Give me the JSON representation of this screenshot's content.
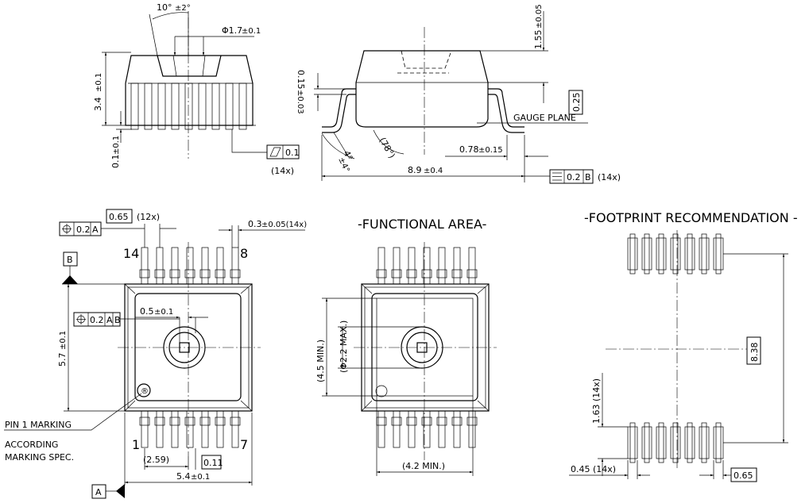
{
  "headings": {
    "functional": "-FUNCTIONAL AREA-",
    "footprint": "-FOOTPRINT RECOMMENDATION -"
  },
  "dims": {
    "angle_top": "10°",
    "angle_top_tol": "±2°",
    "hole_dia": "Φ1.7",
    "hole_dia_tol": "±0.1",
    "height_3_4": "3.4",
    "height_3_4_tol": "±0.1",
    "standoff": "0.1",
    "standoff_tol": "±0.1",
    "coplanarity_tol": "0.1",
    "coplanarity_count": "(14x)",
    "height_1_55": "1.55",
    "height_1_55_tol": "±0.05",
    "lead_thk": "0.15",
    "lead_thk_tol": "±0.03",
    "box_0_25": "0.25",
    "gauge_plane": "GAUGE PLANE",
    "angle_78": "(78°)",
    "angle_4": "4°",
    "angle_4_tol": "±4°",
    "foot_len": "0.78",
    "foot_len_tol": "±0.15",
    "span": "8.9",
    "span_tol": "±0.4",
    "sym_tol": "0.2",
    "sym_datum": "B",
    "sym_count": "(14x)",
    "pos_tol_a": "0.2",
    "pos_datum_a": "A",
    "pitch_box": "0.65",
    "pitch_count": "(12x)",
    "lead_w": "0.3",
    "lead_w_tol": "±0.05(14x)",
    "pin_14": "14",
    "pin_8": "8",
    "pin_1": "1",
    "pin_7": "7",
    "datum_b": "B",
    "datum_a": "A",
    "pos_tol_ab": "0.2",
    "pos_datum_ab1": "A",
    "pos_datum_ab2": "B",
    "hole_off": "0.5",
    "hole_off_tol": "±0.1",
    "body_w": "5.7",
    "body_w_tol": "±0.1",
    "pin1_mark": "PIN 1 MARKING",
    "according": "ACCORDING",
    "marking_spec": "MARKING SPEC.",
    "dim_2_59": "(2.59)",
    "dim_0_11": "0.11",
    "dim_5_4": "5.4",
    "dim_5_4_tol": "±0.1",
    "fa_4_5": "(4.5 MIN.)",
    "fa_2_2": "(Φ2.2 MAX.)",
    "fa_4_2": "(4.2 MIN.)",
    "fp_8_38": "8.38",
    "fp_1_63": "1.63 (14x)",
    "fp_0_45": "0.45 (14x)",
    "fp_0_65": "0.65"
  }
}
